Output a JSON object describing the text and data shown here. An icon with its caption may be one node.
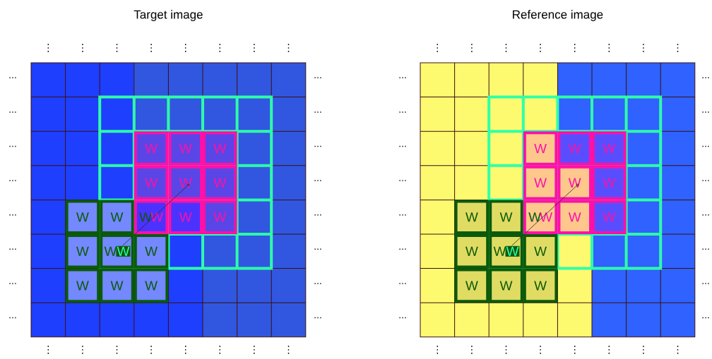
{
  "diagram": {
    "nodes": [
      {
        "text": [
          "Target image"
        ]
      },
      {
        "text": [
          "W"
        ],
        "in": 0
      },
      {
        "text": [
          "W"
        ],
        "in": 0
      },
      {
        "text": [
          "W",
          "W"
        ],
        "in": 0
      },
      {
        "text": [
          "W"
        ],
        "in": 0
      },
      {
        "text": [
          "W",
          "W"
        ],
        "in": 0
      },
      {
        "text": [
          "W"
        ],
        "in": 0
      },
      {
        "text": [
          "W"
        ],
        "in": 0
      },
      {
        "text": [
          "W"
        ],
        "in": 0
      },
      {
        "text": [
          "W"
        ],
        "in": 0
      },
      {
        "text": [
          "W"
        ],
        "in": 0
      },
      {
        "text": [
          "W"
        ],
        "in": 0
      },
      {
        "text": [
          "W"
        ],
        "in": 0
      },
      {
        "text": [
          "W"
        ],
        "in": 0
      },
      {
        "text": [
          "W"
        ],
        "in": 0
      },
      {
        "text": [
          "W"
        ],
        "in": 0
      },
      {
        "text": [
          "W"
        ],
        "in": 0
      },
      {
        "text": [
          "W"
        ],
        "in": 0
      },
      {
        "text": [
          "Reference image"
        ]
      },
      {
        "text": [
          "W"
        ],
        "in": 18
      },
      {
        "text": [
          "W"
        ],
        "in": 18
      },
      {
        "text": [
          "W",
          "W"
        ],
        "in": 18
      },
      {
        "text": [
          "W"
        ],
        "in": 18
      },
      {
        "text": [
          "W",
          "W"
        ],
        "in": 18
      },
      {
        "text": [
          "W"
        ],
        "in": 18
      },
      {
        "text": [
          "W"
        ],
        "in": 18
      },
      {
        "text": [
          "W"
        ],
        "in": 18
      },
      {
        "text": [
          "W"
        ],
        "in": 18
      },
      {
        "text": [
          "W"
        ],
        "in": 18
      },
      {
        "text": [
          "W"
        ],
        "in": 18
      },
      {
        "text": [
          "W"
        ],
        "in": 18
      },
      {
        "text": [
          "W"
        ],
        "in": 18
      },
      {
        "text": [
          "W"
        ],
        "in": 18
      },
      {
        "text": [
          "W"
        ],
        "in": 18
      },
      {
        "text": [
          "W"
        ],
        "in": 18
      },
      {
        "text": [
          "W"
        ],
        "in": 18
      }
    ],
    "labels": [
      "⋮",
      "⋮",
      "⋮",
      "⋮",
      "⋮",
      "⋮",
      "⋮",
      "⋮",
      "...",
      "...",
      "...",
      "...",
      "...",
      "...",
      "...",
      "...",
      "...",
      "...",
      "...",
      "...",
      "...",
      "...",
      "...",
      "...",
      "⋮",
      "⋮",
      "⋮",
      "⋮",
      "⋮",
      "⋮",
      "⋮",
      "⋮",
      "⋮",
      "⋮",
      "⋮",
      "⋮",
      "⋮",
      "⋮",
      "⋮",
      "⋮",
      "...",
      "...",
      "...",
      "...",
      "...",
      "...",
      "...",
      "...",
      "...",
      "...",
      "...",
      "...",
      "...",
      "...",
      "...",
      "...",
      "⋮",
      "⋮",
      "⋮",
      "⋮",
      "⋮",
      "⋮",
      "⋮",
      "⋮"
    ]
  }
}
